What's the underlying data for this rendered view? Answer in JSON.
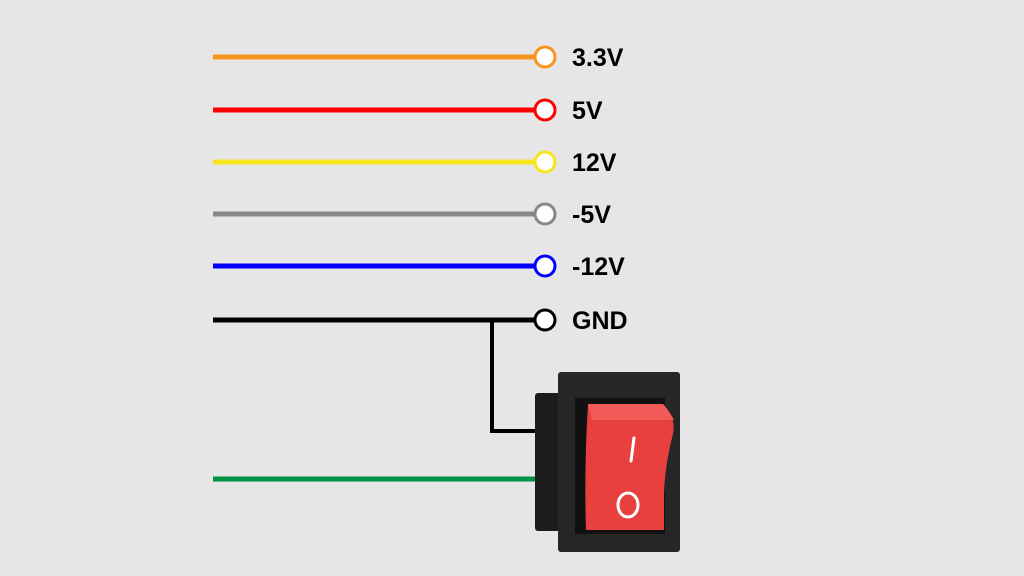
{
  "diagram": {
    "background": "#e6e6e6",
    "rails": [
      {
        "label": "3.3V",
        "color": "#f7941d"
      },
      {
        "label": "5V",
        "color": "#ff0000"
      },
      {
        "label": "12V",
        "color": "#f7e51e"
      },
      {
        "label": "-5V",
        "color": "#888888"
      },
      {
        "label": "-12V",
        "color": "#0000ff"
      },
      {
        "label": "GND",
        "color": "#000000"
      }
    ],
    "switch_wire": {
      "color": "#009245"
    },
    "switch": {
      "type": "rocker-switch",
      "body_color": "#222222",
      "rocker_color": "#e8403f",
      "on_symbol": "I",
      "off_symbol": "O"
    }
  }
}
